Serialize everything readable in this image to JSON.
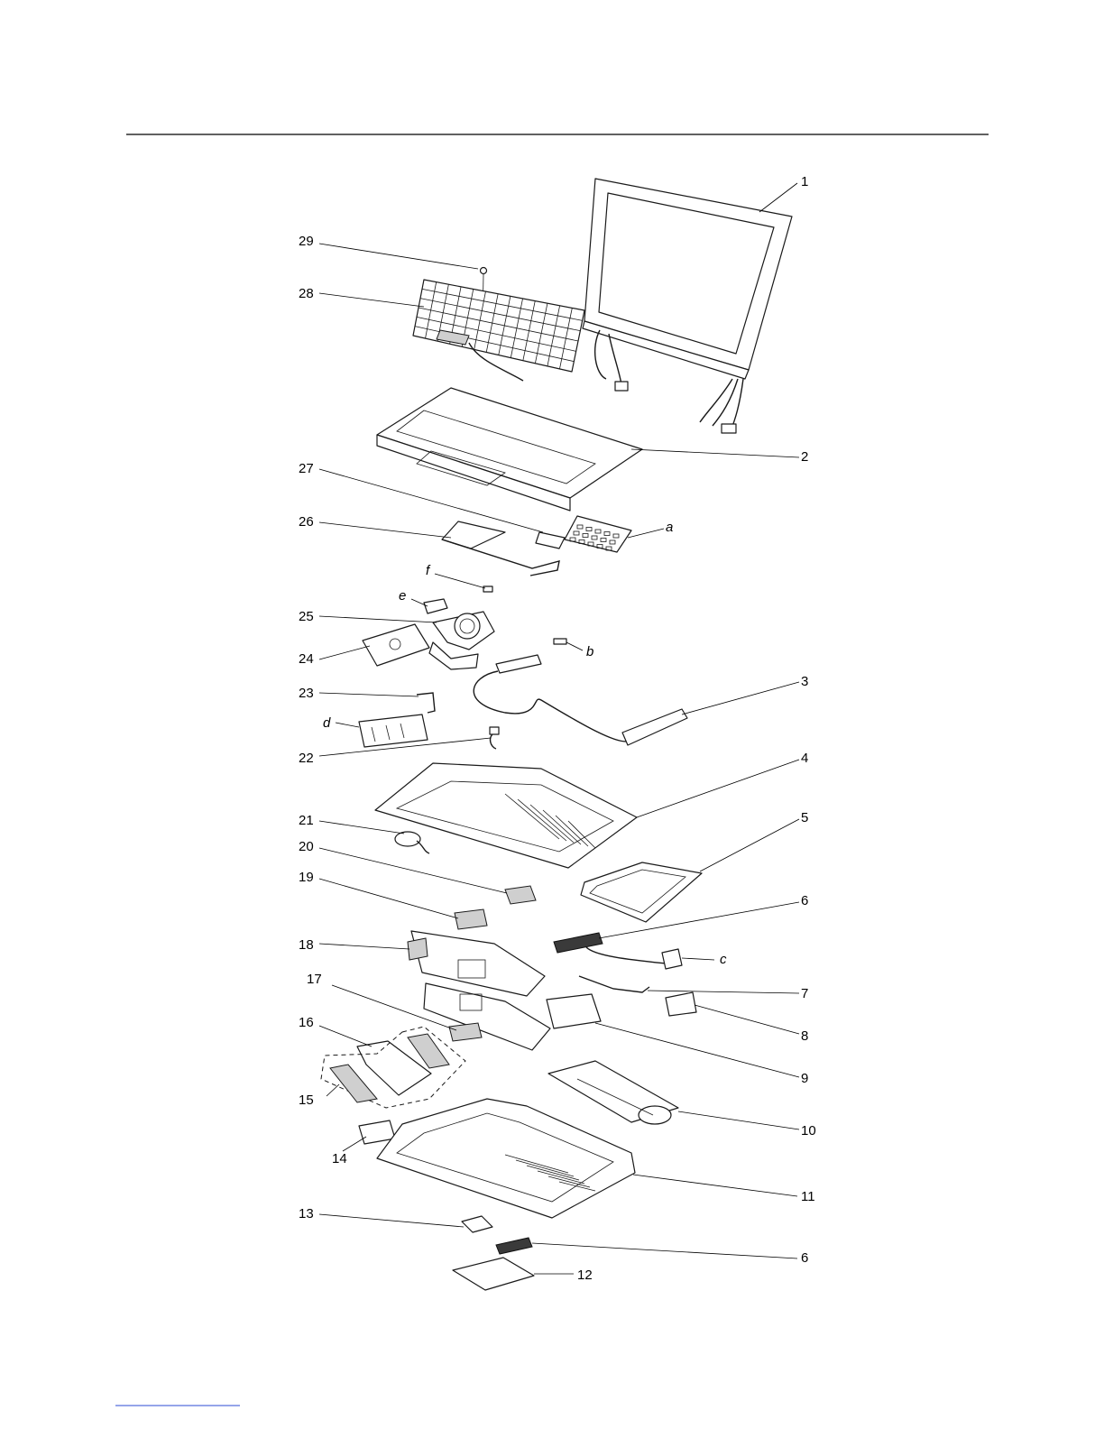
{
  "callouts": {
    "c1": "1",
    "c2": "2",
    "c3": "3",
    "c4": "4",
    "c5": "5",
    "c6a": "6",
    "c6b": "6",
    "c7": "7",
    "c8": "8",
    "c9": "9",
    "c10": "10",
    "c11": "11",
    "c12": "12",
    "c13": "13",
    "c14": "14",
    "c15": "15",
    "c16": "16",
    "c17": "17",
    "c18": "18",
    "c19": "19",
    "c20": "20",
    "c21": "21",
    "c22": "22",
    "c23": "23",
    "c24": "24",
    "c25": "25",
    "c26": "26",
    "c27": "27",
    "c28": "28",
    "c29": "29",
    "ca": "a",
    "cb": "b",
    "cc": "c",
    "cd": "d",
    "ce": "e",
    "cf": "f"
  },
  "colors": {
    "line": "#000000",
    "background": "#ffffff",
    "footer_link": "#2b4bd6"
  }
}
